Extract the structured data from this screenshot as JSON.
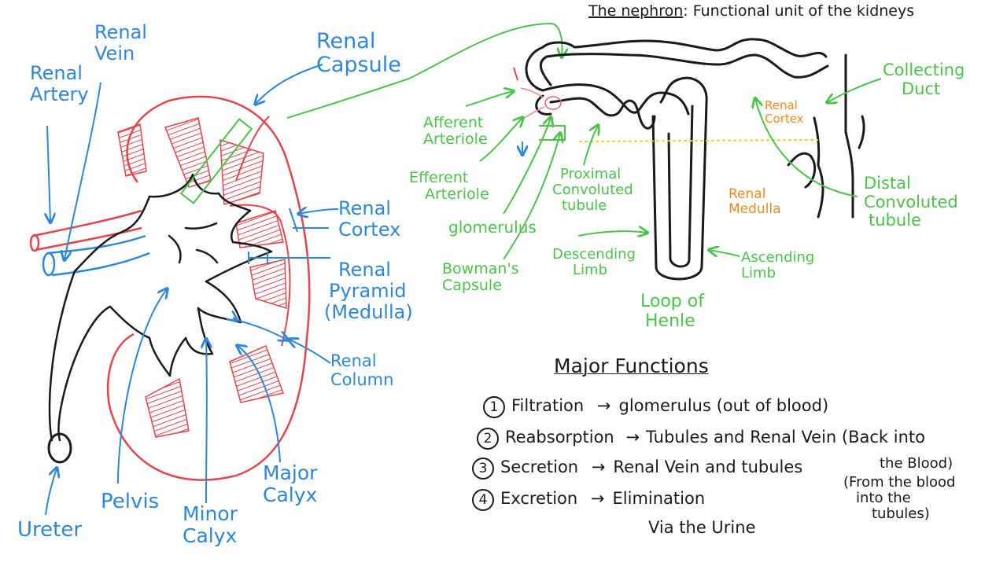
{
  "title": {
    "main": "The nephron",
    "rest": ": Functional unit of the kidneys"
  },
  "kidney_labels": {
    "renal_vein": [
      "Renal",
      "Vein"
    ],
    "renal_artery": [
      "Renal",
      "Artery"
    ],
    "renal_capsule": [
      "Renal",
      "Capsule"
    ],
    "renal_cortex": [
      "Renal",
      "Cortex"
    ],
    "renal_pyramid": [
      "Renal",
      "Pyramid",
      "(Medulla)"
    ],
    "renal_column": [
      "Renal",
      "Column"
    ],
    "major_calyx": [
      "Major",
      "Calyx"
    ],
    "minor_calyx": [
      "Minor",
      "Calyx"
    ],
    "pelvis": "Pelvis",
    "ureter": "Ureter"
  },
  "nephron_labels": {
    "afferent_arteriole": [
      "Afferent",
      "Arteriole"
    ],
    "efferent_arteriole": [
      "Efferent",
      "Arteriole"
    ],
    "glomerulus": "glomerulus",
    "bowmans_capsule": [
      "Bowman's",
      "Capsule"
    ],
    "proximal_tubule": [
      "Proximal",
      "Convoluted",
      "tubule"
    ],
    "descending_limb": [
      "Descending",
      "Limb"
    ],
    "loop_of_henle": [
      "Loop of",
      "Henle"
    ],
    "ascending_limb": [
      "Ascending",
      "Limb"
    ],
    "renal_medulla": [
      "Renal",
      "Medulla"
    ],
    "renal_cortex": [
      "Renal",
      "Cortex"
    ],
    "collecting_duct": [
      "Collecting",
      "Duct"
    ],
    "distal_tubule": [
      "Distal",
      "Convoluted",
      "tubule"
    ]
  },
  "functions": {
    "heading": "Major Functions",
    "items": [
      {
        "num": "1",
        "name": "Filtration",
        "arrow": "→",
        "result": "glomerulus (out of blood)"
      },
      {
        "num": "2",
        "name": "Reabsorption",
        "arrow": "→",
        "result": "Tubules and Renal Vein (Back into"
      },
      {
        "num": "3",
        "name": "Secretion",
        "arrow": "→",
        "result": "Renal Vein and tubules"
      },
      {
        "num": "4",
        "name": "Excretion",
        "arrow": "→",
        "result": "Elimination"
      }
    ],
    "continuations": {
      "reabsorption": "the Blood)",
      "secretion": [
        "(From the blood",
        "into the",
        "tubules)"
      ],
      "excretion": "Via the Urine"
    }
  },
  "colors": {
    "blue": "#2f86d6",
    "green": "#4cc24a",
    "red": "#e0464c",
    "orange": "#f08a1c",
    "black": "#1a1a1a"
  }
}
